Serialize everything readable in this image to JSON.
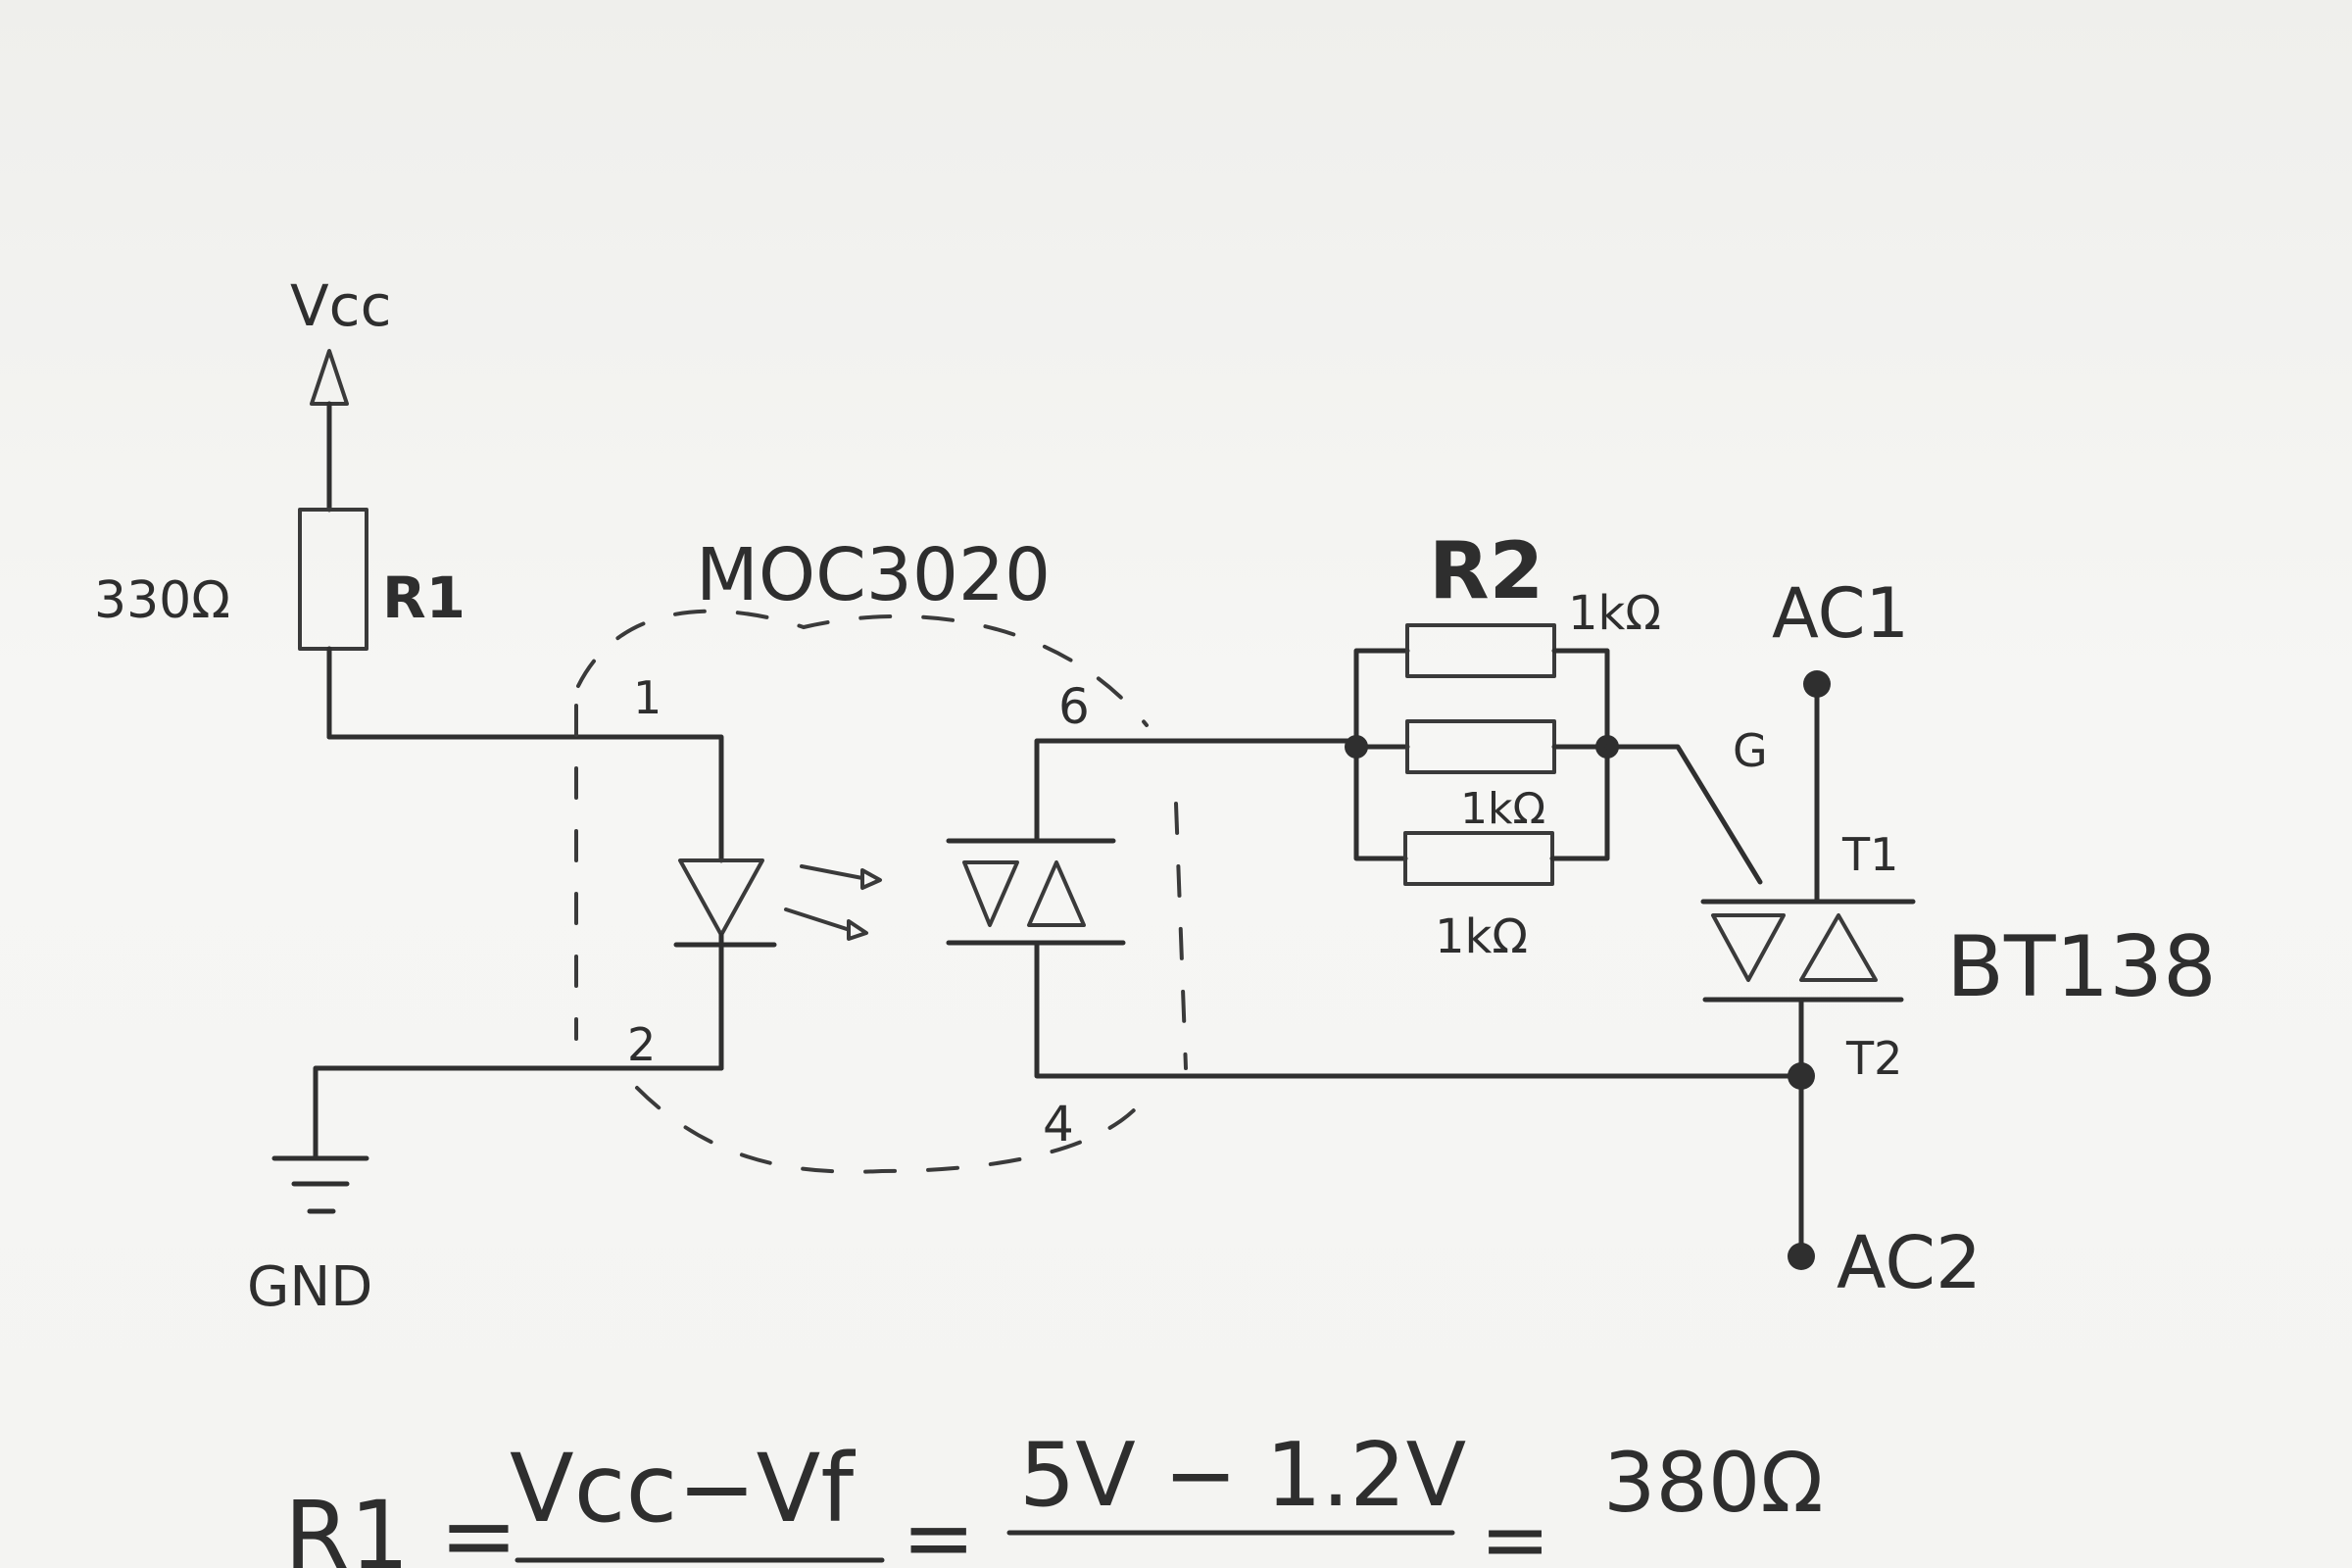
{
  "labels": {
    "vcc": "Vcc",
    "gnd": "GND",
    "r1_value": "330Ω",
    "r1_name": "R1",
    "ic_name": "MOC3020",
    "pin1": "1",
    "pin2": "2",
    "pin4": "4",
    "pin6": "6",
    "r2_name": "R2",
    "r2_top_value": "1kΩ",
    "r2_mid_value": "1kΩ",
    "r2_bot_value": "1kΩ",
    "gate": "G",
    "t1": "T1",
    "t2": "T2",
    "triac_name": "BT138",
    "ac1": "AC1",
    "ac2": "AC2"
  },
  "formula": {
    "lhs": "R1 =",
    "numerator": "Vcc−Vf",
    "equals1": "=",
    "numerator2": "5V − 1.2V",
    "equals2": "=",
    "result": "380Ω"
  }
}
